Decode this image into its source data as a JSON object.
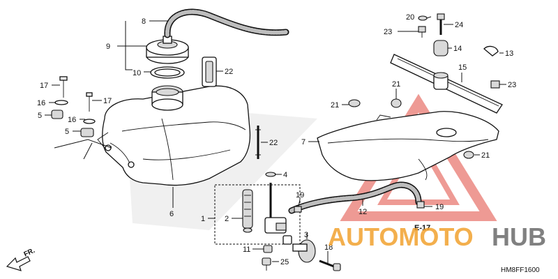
{
  "diagram": {
    "code": "HM8FF1600",
    "ref_label": "E-17",
    "direction_label": "FR."
  },
  "watermark": {
    "part1": "AUTOMOTO",
    "part2": "HUB"
  },
  "callouts": {
    "c1": "1",
    "c2": "2",
    "c3": "3",
    "c4": "4",
    "c5a": "5",
    "c5b": "5",
    "c6": "6",
    "c7": "7",
    "c8": "8",
    "c9": "9",
    "c10": "10",
    "c11": "11",
    "c12": "12",
    "c13": "13",
    "c14": "14",
    "c15": "15",
    "c16a": "16",
    "c16b": "16",
    "c17a": "17",
    "c17b": "17",
    "c18": "18",
    "c19a": "19",
    "c19b": "19",
    "c20": "20",
    "c21a": "21",
    "c21b": "21",
    "c21c": "21",
    "c22a": "22",
    "c22b": "22",
    "c23a": "23",
    "c23b": "23",
    "c24": "24",
    "c25": "25"
  },
  "colors": {
    "watermark_red": "#e0473c",
    "watermark_orange": "#f2a22f",
    "watermark_gray": "#6b6b6b"
  }
}
